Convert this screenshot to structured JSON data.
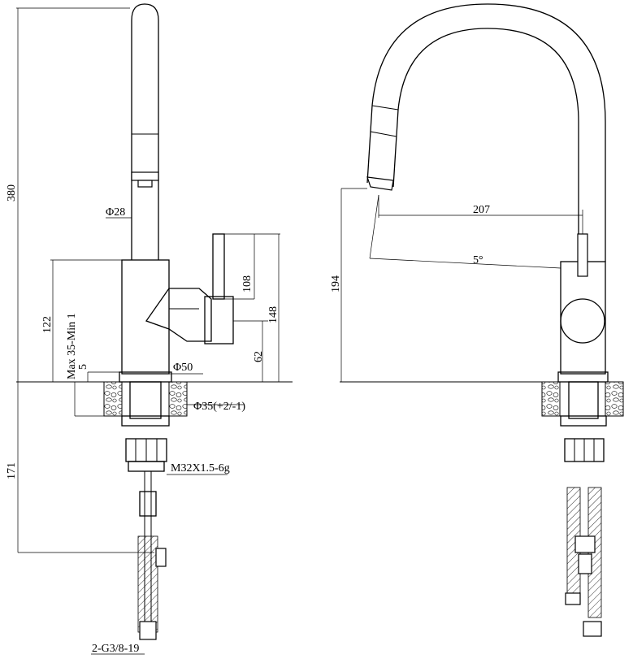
{
  "side_view": {
    "height_total": "380",
    "spout_diameter": "Φ28",
    "lever_height": "108",
    "height_122": "122",
    "height_148": "148",
    "deck_thickness": "Max 35-Min 1",
    "gap_5": "5",
    "height_62": "62",
    "base_diameter": "Φ50",
    "hole_diameter": "Φ35(+2/-1)",
    "shank_thread": "M32X1.5-6g",
    "depth_171": "171",
    "hose_thread": "2-G3/8-19"
  },
  "front_view": {
    "reach": "207",
    "spout_height": "194",
    "angle": "5°"
  }
}
